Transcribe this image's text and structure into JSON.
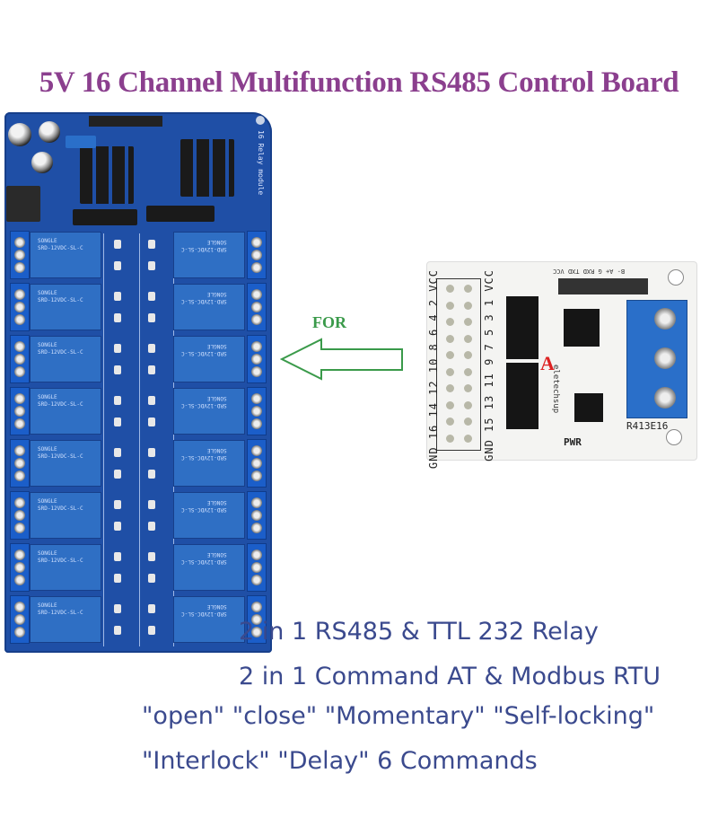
{
  "title": "5V 16 Channel Multifunction RS485 Control Board",
  "relay_board": {
    "module_label": "16 Relay module",
    "relay_marking": "SRD-12VDC-SL-C",
    "relay_brand": "SONGLE",
    "channels": 16
  },
  "connector": {
    "label": "FOR",
    "arrow_direction": "left",
    "colors": {
      "accent": "#3a9a4a"
    }
  },
  "control_module": {
    "left_header_labels": "GND 16 14 12 10 8 6 4 2 VCC",
    "inner_header_labels": "GND 15 13 11 9 7 5 3 1 VCC",
    "top_header_labels": "B- A+ G RXD TXD VCC",
    "brand_mark": "A",
    "brand_text": "eletechsup",
    "model": "R413E16",
    "power_label": "PWR"
  },
  "features": [
    "2 in 1 RS485 & TTL 232 Relay",
    "2 in 1 Command AT & Modbus RTU",
    "\"open\" \"close\"  \"Momentary\" \"Self-locking\"",
    "\"Interlock\" \"Delay\" 6 Commands"
  ],
  "colors": {
    "title": "#8b3f8e",
    "features_text": "#3b4a8e",
    "board_blue": "#1f4fa6"
  }
}
